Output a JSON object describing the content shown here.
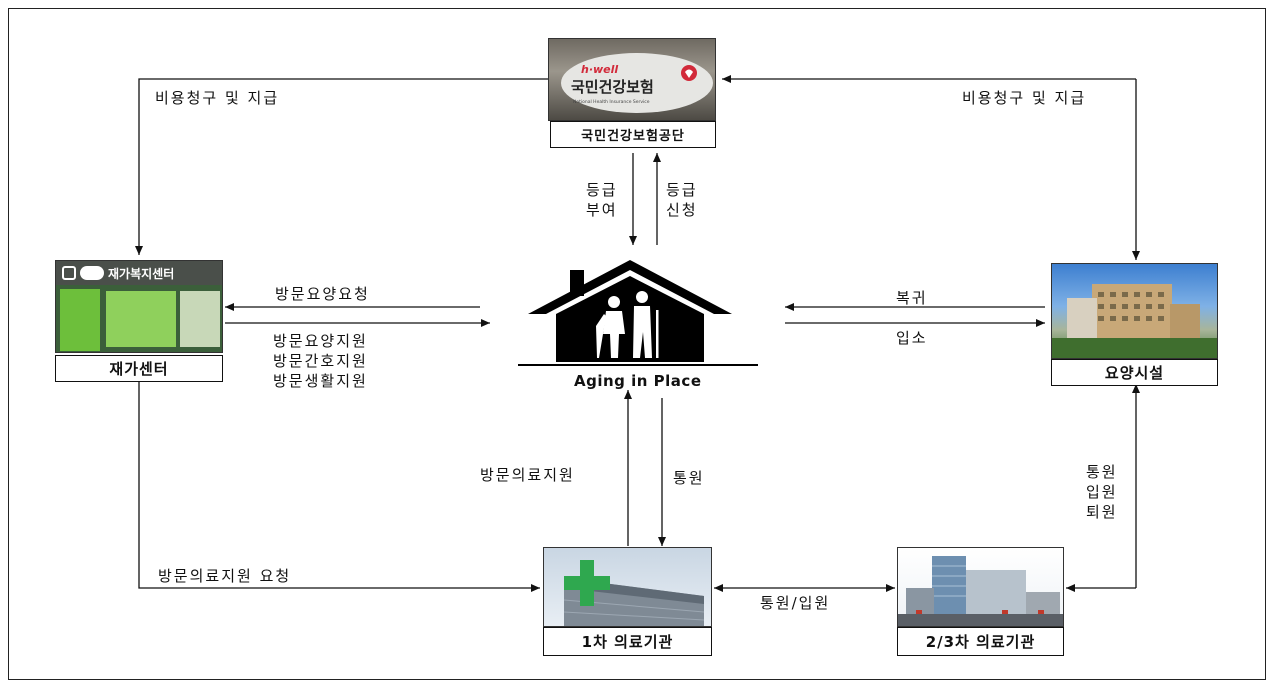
{
  "nodes": {
    "nhis": {
      "label": "국민건강보험공단",
      "logo_brand": "h·well",
      "logo_text": "국민건강보험",
      "logo_subtext": "National Health Insurance Service"
    },
    "home_center": {
      "label": "재가센터",
      "sign_text": "재가복지센터"
    },
    "care_facility": {
      "label": "요양시설"
    },
    "aging_in_place": {
      "caption": "Aging in Place"
    },
    "primary_clinic": {
      "label": "1차 의료기관"
    },
    "hospital": {
      "label": "2/3차 의료기관"
    }
  },
  "edges": {
    "billing_left": "비용청구 및 지급",
    "billing_right": "비용청구 및 지급",
    "grade_grant": [
      "등급",
      "부여"
    ],
    "grade_apply": [
      "등급",
      "신청"
    ],
    "visit_care_request": "방문요양요청",
    "home_services": [
      "방문요양지원",
      "방문간호지원",
      "방문생활지원"
    ],
    "return": "복귀",
    "admission": "입소",
    "visit_medical": "방문의료지원",
    "outpatient": "통원",
    "facility_hospital": [
      "통원",
      "입원",
      "퇴원"
    ],
    "visit_medical_request": "방문의료지원 요청",
    "outpatient_admission": "통원/입원"
  },
  "colors": {
    "line": "#111111",
    "nhis_red": "#d22a3a",
    "clinic_green": "#2fa84f",
    "home_sign_green": "#6dbf3b"
  }
}
